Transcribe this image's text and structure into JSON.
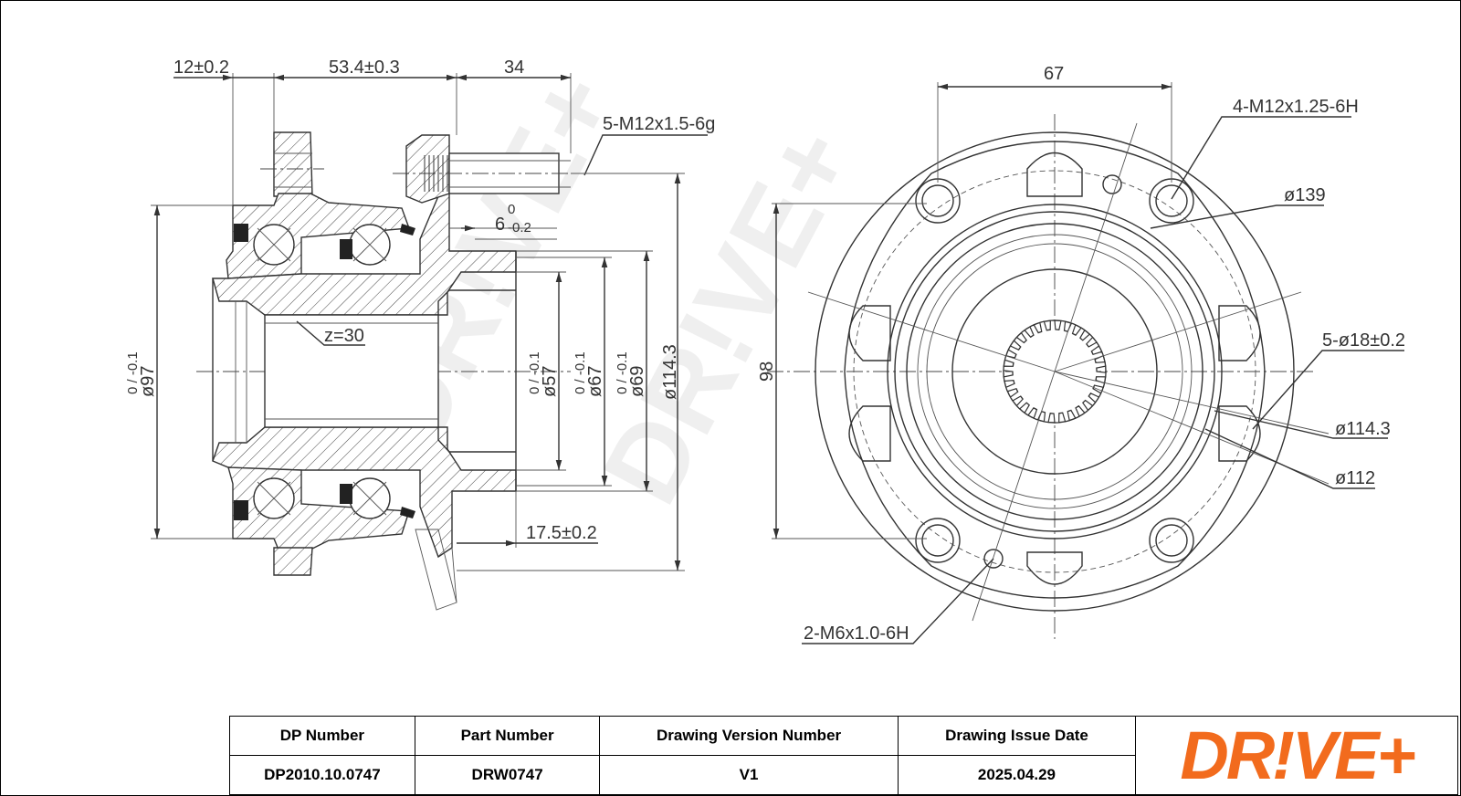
{
  "watermark": "DR!VE+",
  "side_view": {
    "dim_width_seal": "12±0.2",
    "dim_hub_length": "53.4±0.3",
    "dim_bolt_length": "34",
    "bolt_thread": "5-M12x1.5-6g",
    "dim_flange_step": "6",
    "dim_flange_step_tol_upper": "0",
    "dim_flange_step_tol_lower": "-0.2",
    "spline": "z=30",
    "dim_flange_face": "17.5±0.2",
    "dia_outer": "ø97",
    "dia_outer_tol": "0 / -0.1",
    "dia_pilot": "ø57",
    "dia_pilot_tol": "0 / -0.1",
    "dia_spigot": "ø67",
    "dia_spigot_tol": "0 / -0.1",
    "dia_spigot2": "ø69",
    "dia_spigot2_tol": "0 / -0.1",
    "dia_pcd": "ø114.3"
  },
  "front_view": {
    "dim_hole_spacing": "67",
    "threaded_holes": "4-M12x1.25-6H",
    "dia_flange": "ø139",
    "bolt_holes": "5-ø18±0.2",
    "dia_pcd": "ø114.3",
    "dia_inner": "ø112",
    "dim_height": "98",
    "small_threads": "2-M6x1.0-6H"
  },
  "title_block": {
    "headers": [
      "DP Number",
      "Part Number",
      "Drawing Version Number",
      "Drawing Issue Date"
    ],
    "values": [
      "DP2010.10.0747",
      "DRW0747",
      "V1",
      "2025.04.29"
    ],
    "logo": "DR!VE+",
    "logo_color": "#f26b1d"
  }
}
